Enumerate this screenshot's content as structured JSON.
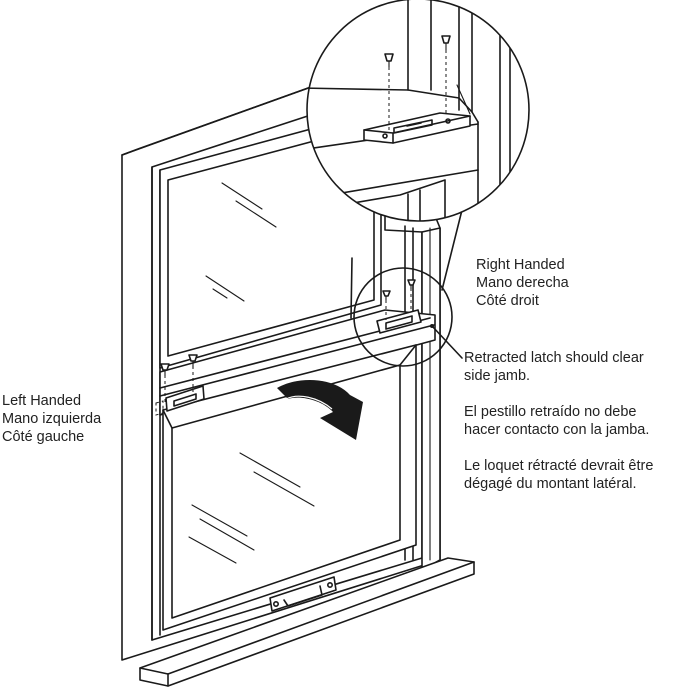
{
  "labels": {
    "right": [
      "Right Handed",
      "Mano derecha",
      "Côté droit"
    ],
    "left": [
      "Left Handed",
      "Mano izquierda",
      "Côté gauche"
    ],
    "clearance_en": [
      "Retracted latch should clear",
      "side jamb."
    ],
    "clearance_es": [
      "El pestillo retraído no debe",
      "hacer contacto con la jamba."
    ],
    "clearance_fr": [
      "Le loquet rétracté devrait être",
      "dégagé du montant latéral."
    ]
  },
  "colors": {
    "line": "#1a1a1a",
    "background": "#ffffff",
    "text": "#222222"
  },
  "icons": {
    "arrow": "curved-tilt-arrow-icon",
    "screw": "screw-icon",
    "latch": "latch-icon",
    "handle": "sash-lift-handle-icon"
  }
}
